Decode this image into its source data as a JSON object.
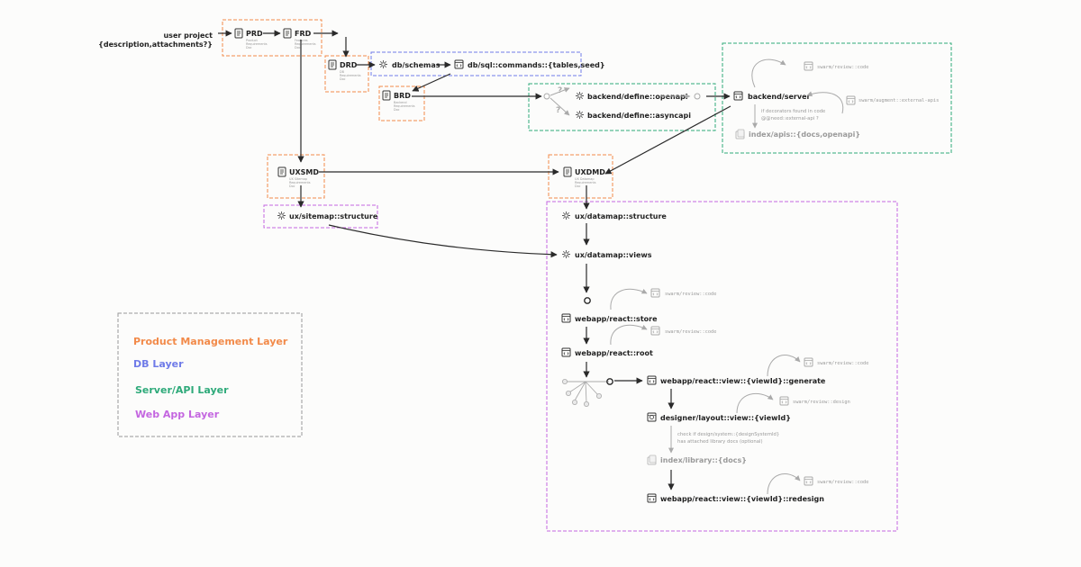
{
  "colors": {
    "product": "#f28a49",
    "db": "#6f7be8",
    "server": "#2eaa7a",
    "webapp": "#c466e0",
    "legend_border": "#999999",
    "arrow": "#2a2a2a",
    "muted": "#a8a8a8"
  },
  "input": {
    "line1": "user project",
    "line2": "{description,attachments?}"
  },
  "docs": {
    "prd": {
      "title": "PRD",
      "sub1": "Product",
      "sub2": "Requirements",
      "sub3": "Doc"
    },
    "frd": {
      "title": "FRD",
      "sub1": "Features",
      "sub2": "Requirements",
      "sub3": "Doc"
    },
    "drd": {
      "title": "DRD",
      "sub1": "DB",
      "sub2": "Requirements",
      "sub3": "Doc"
    },
    "brd": {
      "title": "BRD",
      "sub1": "Backend",
      "sub2": "Requirements",
      "sub3": "Doc"
    },
    "uxsmd": {
      "title": "UXSMD",
      "sub1": "UX Sitemap",
      "sub2": "Requirements",
      "sub3": "Doc"
    },
    "uxdmd": {
      "title": "UXDMD",
      "sub1": "UX Datamap",
      "sub2": "Requirements",
      "sub3": "Doc"
    }
  },
  "nodes": {
    "db_schemas": "db/schemas",
    "db_sql": "db/sql::commands::{tables,seed}",
    "be_openapi": "backend/define::openapi",
    "be_asyncapi": "backend/define::asyncapi",
    "be_server": "backend/server",
    "idx_apis": "index/apis::{docs,openapi}",
    "ux_sitemap": "ux/sitemap::structure",
    "ux_dm_structure": "ux/datamap::structure",
    "ux_dm_views": "ux/datamap::views",
    "wa_store": "webapp/react::store",
    "wa_root": "webapp/react::root",
    "wa_generate": "webapp/react::view::{viewId}::generate",
    "des_layout": "designer/layout::view::{viewId}",
    "idx_library": "index/library::{docs}",
    "wa_redesign": "webapp/react::view::{viewId}::redesign"
  },
  "notes": {
    "decorators1": "if decorators found in code",
    "decorators2": "@@need::external-api ?",
    "design1": "check if design/system::{designSystemId}",
    "design2": "has attached library docs (optional)"
  },
  "swarm": {
    "review_code": "swarm/review::code",
    "augment_apis": "swarm/augment::external-apis",
    "review_design": "swarm/review::design"
  },
  "question_mark": "?",
  "legend": {
    "product": "Product Management Layer",
    "db": "DB Layer",
    "server": "Server/API Layer",
    "webapp": "Web App Layer"
  }
}
